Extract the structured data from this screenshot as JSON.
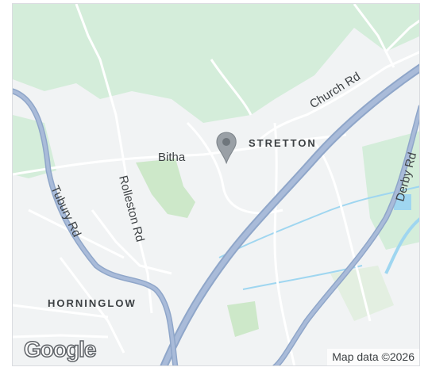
{
  "map": {
    "logo_text": "Google",
    "attribution": "Map data ©2026",
    "labels": {
      "church_rd": "Church Rd",
      "bitha": "Bitha",
      "stretton": "STRETTON",
      "derby_rd": "Derby Rd",
      "tubury_rd": "Tubury Rd",
      "rolleston_rd": "Rolleston Rd",
      "horninglow": "HORNINGLOW"
    },
    "marker_icon": "map-pin-icon",
    "colors": {
      "land": "#f1f3f4",
      "park": "#d4edda",
      "water": "#9fd6f0",
      "major_road": "#8fa6c9",
      "minor_road": "#ffffff",
      "marker": "#9aa0a6"
    }
  }
}
